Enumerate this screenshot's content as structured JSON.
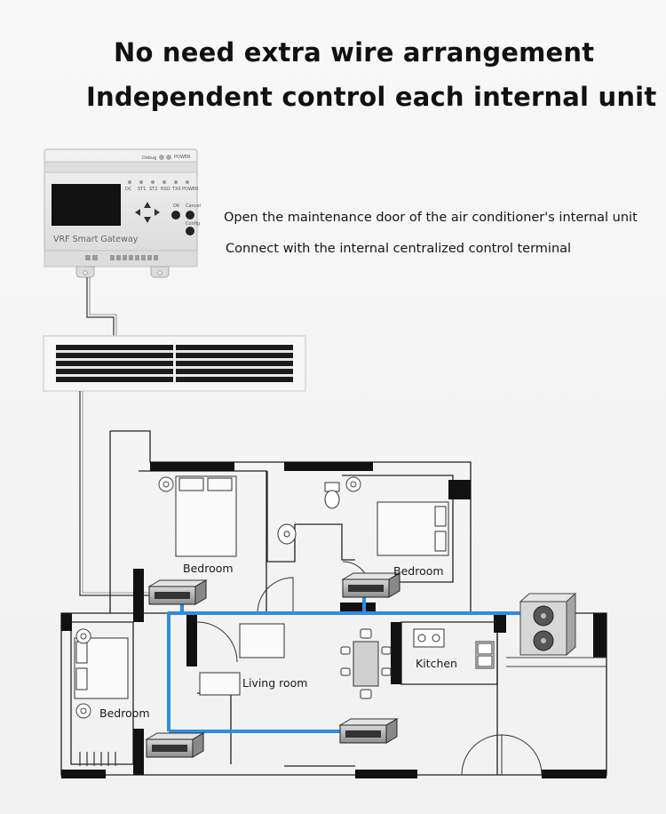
{
  "header": {
    "line1": "No need extra wire arrangement",
    "line2": "Independent control each internal unit"
  },
  "notes": {
    "step1": "Open the maintenance door of the air conditioner's internal unit",
    "step2": "Connect with the internal centralized control terminal"
  },
  "gateway": {
    "label": "VRF Smart Gateway",
    "top_labels": [
      "Debug",
      "POWER"
    ],
    "led_labels": [
      "DC",
      "ST1",
      "ST2",
      "RSO",
      "TX0",
      "POWER"
    ],
    "button_labels": [
      "OK",
      "Cancel",
      "Config"
    ]
  },
  "floorplan": {
    "rooms": {
      "bedroom_top_left": "Bedroom",
      "bedroom_top_right": "Bedroom",
      "bedroom_left": "Bedroom",
      "living_room": "Living room",
      "kitchen": "Kitchen"
    }
  },
  "colors": {
    "pipe": "#2d8ee0",
    "wall": "#111111",
    "vent": "#1b1b1b",
    "gateway_body": "#e9e9e9"
  }
}
